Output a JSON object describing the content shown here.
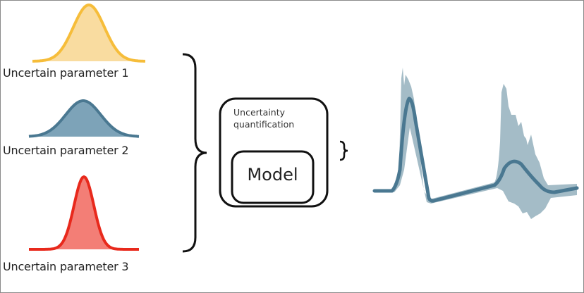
{
  "parameters": [
    {
      "label": "Uncertain parameter 1",
      "color": "#f6bd3a",
      "fill": "#f9dca0"
    },
    {
      "label": "Uncertain parameter 2",
      "color": "#4a7891",
      "fill": "#7da3b8"
    },
    {
      "label": "Uncertain parameter 3",
      "color": "#e8291c",
      "fill": "#f37e76"
    }
  ],
  "uq_box": {
    "label": "Uncertainty quantification"
  },
  "model_box": {
    "label": "Model"
  },
  "output": {
    "line_color": "#4a7891",
    "band_color": "#9fb8c4"
  }
}
